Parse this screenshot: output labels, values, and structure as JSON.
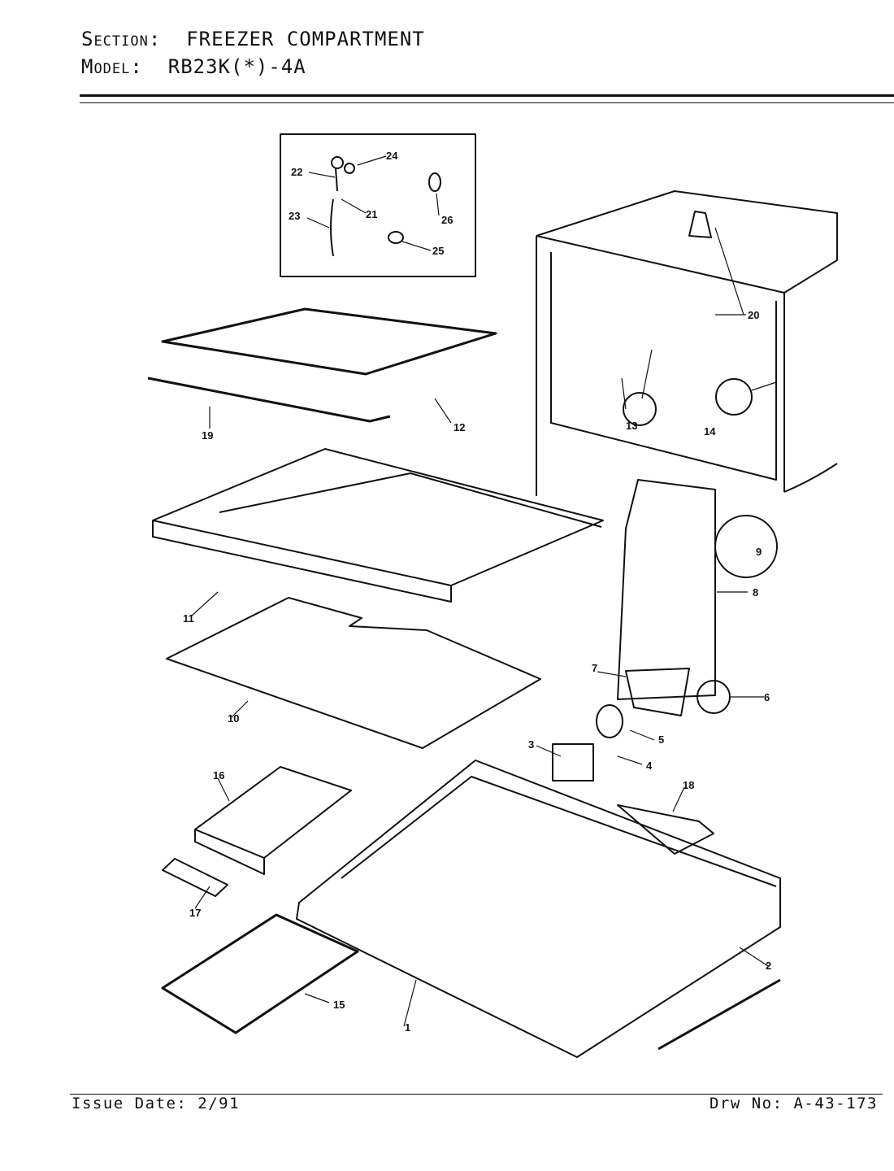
{
  "header": {
    "section_label": "Section:",
    "section_value": "FREEZER COMPARTMENT",
    "model_label": "Model:",
    "model_value": "RB23K(*)-4A"
  },
  "footer": {
    "issue_label": "Issue Date:",
    "issue_value": "2/91",
    "drw_label": "Drw No:",
    "drw_value": "A-43-173"
  },
  "callouts": [
    "1",
    "2",
    "3",
    "4",
    "5",
    "6",
    "7",
    "8",
    "9",
    "10",
    "11",
    "12",
    "13",
    "14",
    "15",
    "16",
    "17",
    "18",
    "19",
    "20",
    "21",
    "22",
    "23",
    "24",
    "25",
    "26"
  ]
}
